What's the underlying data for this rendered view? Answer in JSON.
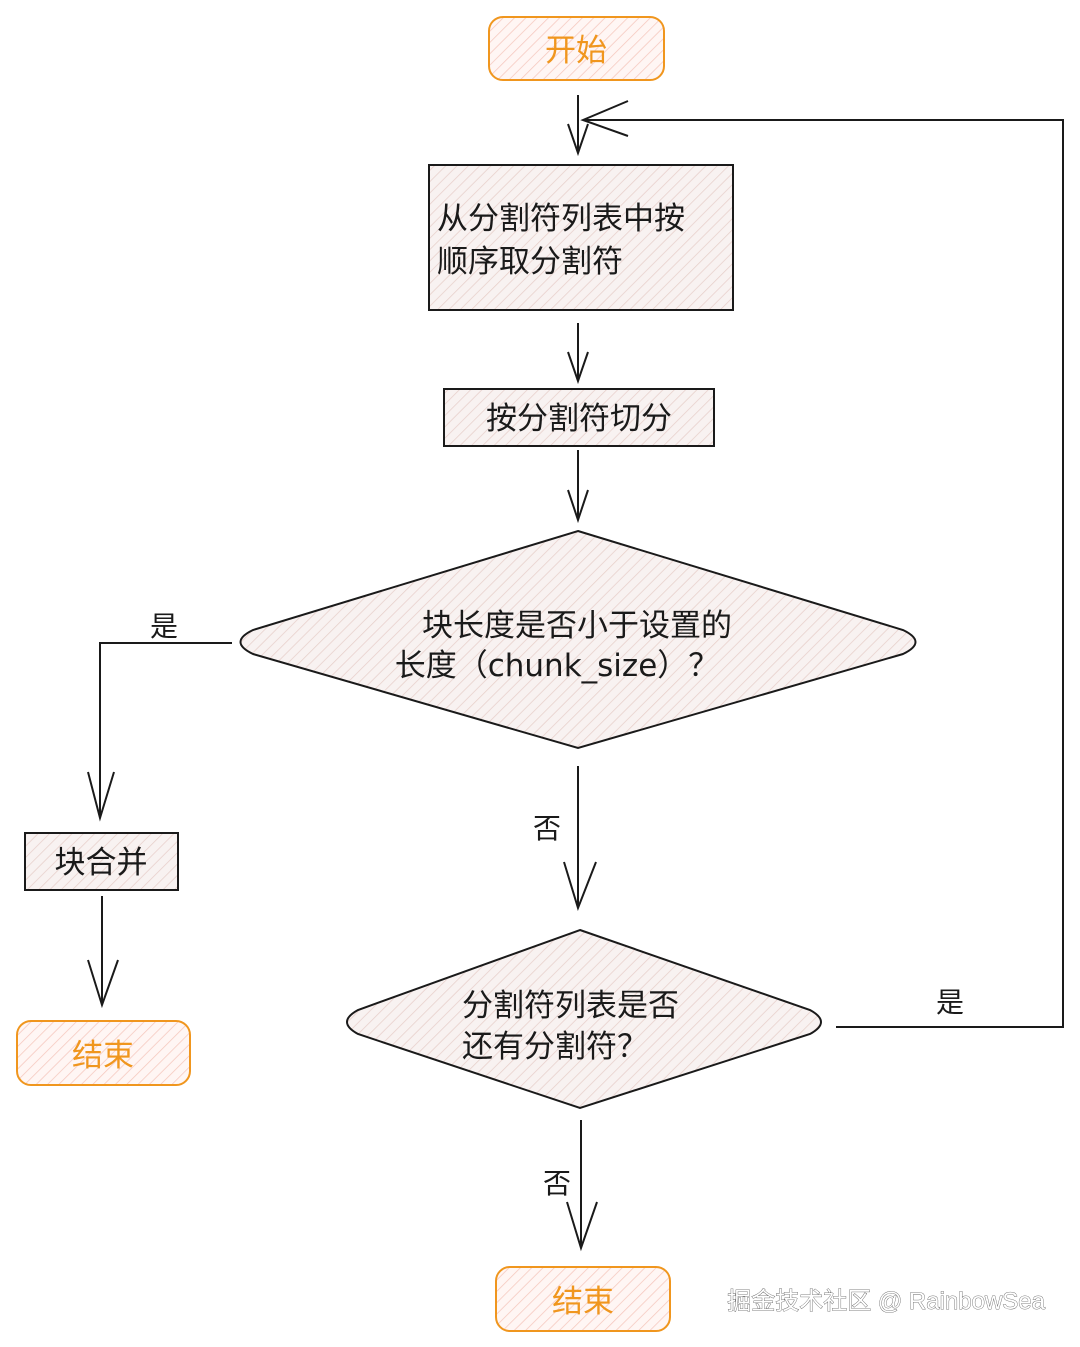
{
  "nodes": {
    "start": "开始",
    "take_separator": [
      "从分割符列表中按",
      "顺序取分割符"
    ],
    "split": "按分割符切分",
    "check_size": [
      "块长度是否小于设置的",
      "长度（chunk_size）？"
    ],
    "merge": "块合并",
    "end_left": "结束",
    "check_more": [
      "分割符列表是否",
      "还有分割符？"
    ],
    "end_bottom": "结束"
  },
  "edges": {
    "size_yes": "是",
    "size_no": "否",
    "more_yes": "是",
    "more_no": "否"
  },
  "watermark": "掘金技术社区 @ RainbowSea",
  "colors": {
    "terminal_stroke": "#f0961e",
    "terminal_fill": "#fde8e4",
    "box_fill": "#f6e6e3",
    "line": "#1a1a1a"
  }
}
